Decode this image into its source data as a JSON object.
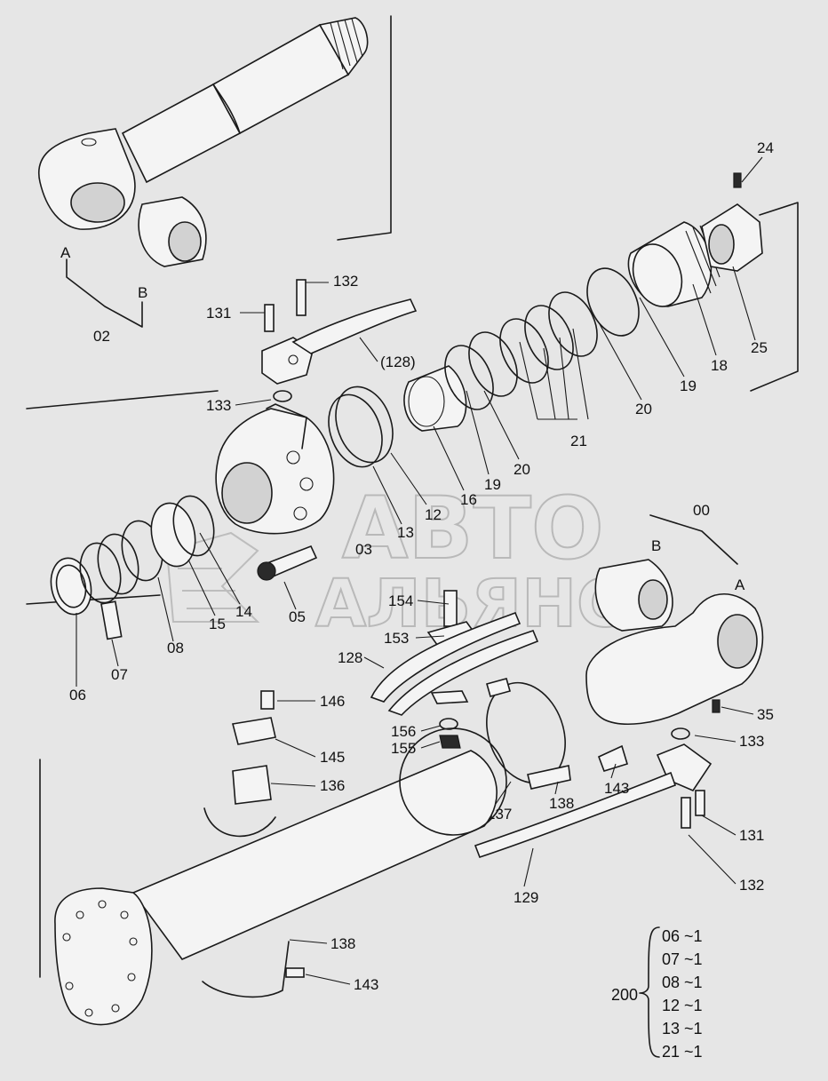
{
  "watermark": {
    "line1": "АВТО",
    "line2": "АЛЬЯНС"
  },
  "callouts": {
    "c02": "02",
    "cA_top": "A",
    "cB_top": "B",
    "c131_top": "131",
    "c132_top": "132",
    "c128_paren": "(128)",
    "c133_top": "133",
    "c24": "24",
    "c25": "25",
    "c18": "18",
    "c19_right": "19",
    "c20_right": "20",
    "c21": "21",
    "c20_mid": "20",
    "c19_mid": "19",
    "c16": "16",
    "c12": "12",
    "c13": "13",
    "c03": "03",
    "c05": "05",
    "c14": "14",
    "c15": "15",
    "c08": "08",
    "c07": "07",
    "c06": "06",
    "c00": "00",
    "cB_right": "B",
    "cA_right": "A",
    "c154": "154",
    "c153": "153",
    "c128": "128",
    "c35": "35",
    "c133_right": "133",
    "c146": "146",
    "c145": "145",
    "c136": "136",
    "c156": "156",
    "c155": "155",
    "c137": "137",
    "c138_mid": "138",
    "c143_mid": "143",
    "c131_right": "131",
    "c132_right": "132",
    "c129": "129",
    "c138_bottom": "138",
    "c143_bottom": "143"
  },
  "kit": {
    "label": "200",
    "items": [
      "06 ~1",
      "07 ~1",
      "08 ~1",
      "12 ~1",
      "13 ~1",
      "21 ~1"
    ]
  }
}
